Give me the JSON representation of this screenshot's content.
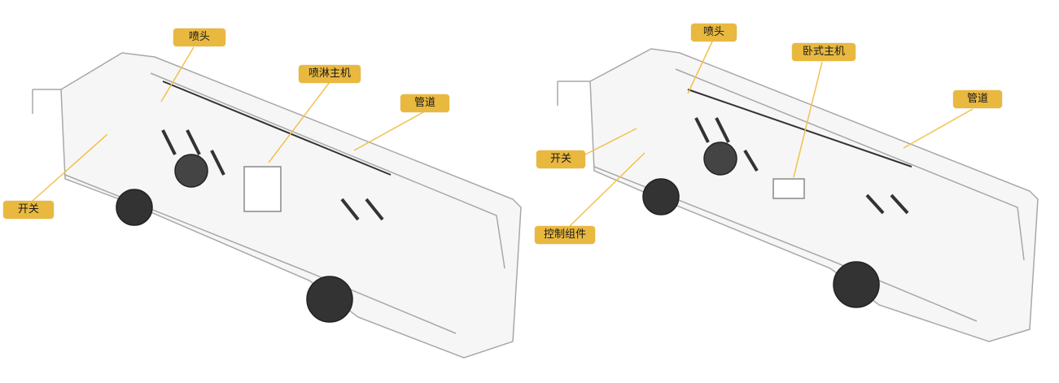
{
  "colors": {
    "label_bg": "#E9B83F",
    "leader": "#F2C14E",
    "outline": "#9a9a9a"
  },
  "left_bus": {
    "labels": {
      "nozzle": "喷头",
      "sprinkler_host": "喷淋主机",
      "pipe": "管道",
      "switch": "开关"
    }
  },
  "right_bus": {
    "labels": {
      "nozzle": "喷头",
      "horizontal_host": "卧式主机",
      "pipe": "管道",
      "switch": "开关",
      "control": "控制组件"
    }
  }
}
